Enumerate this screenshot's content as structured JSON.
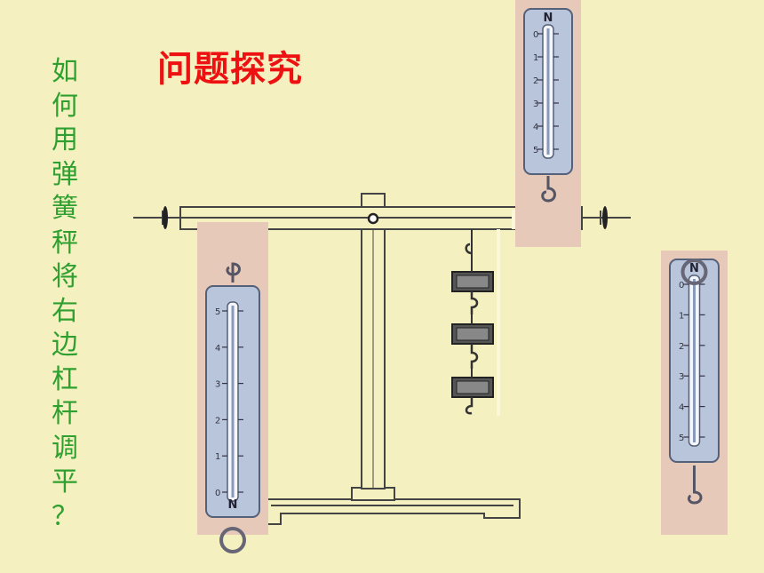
{
  "slide": {
    "title": "问题探究",
    "question_chars": [
      "如",
      "何",
      "用",
      "弹",
      "簧",
      "秤",
      "将",
      "右",
      "边",
      "杠",
      "杆",
      "调",
      "平",
      "？"
    ]
  },
  "scale": {
    "unit_label": "N",
    "tick_labels": [
      "0",
      "1",
      "2",
      "3",
      "4",
      "5"
    ]
  },
  "colors": {
    "background": "#f5f0bf",
    "title": "#ee1111",
    "question_text": "#2fa02f",
    "scale_body": "#b9c5da",
    "scale_backdrop": "#e6c9b8",
    "frame_line": "#444444"
  }
}
